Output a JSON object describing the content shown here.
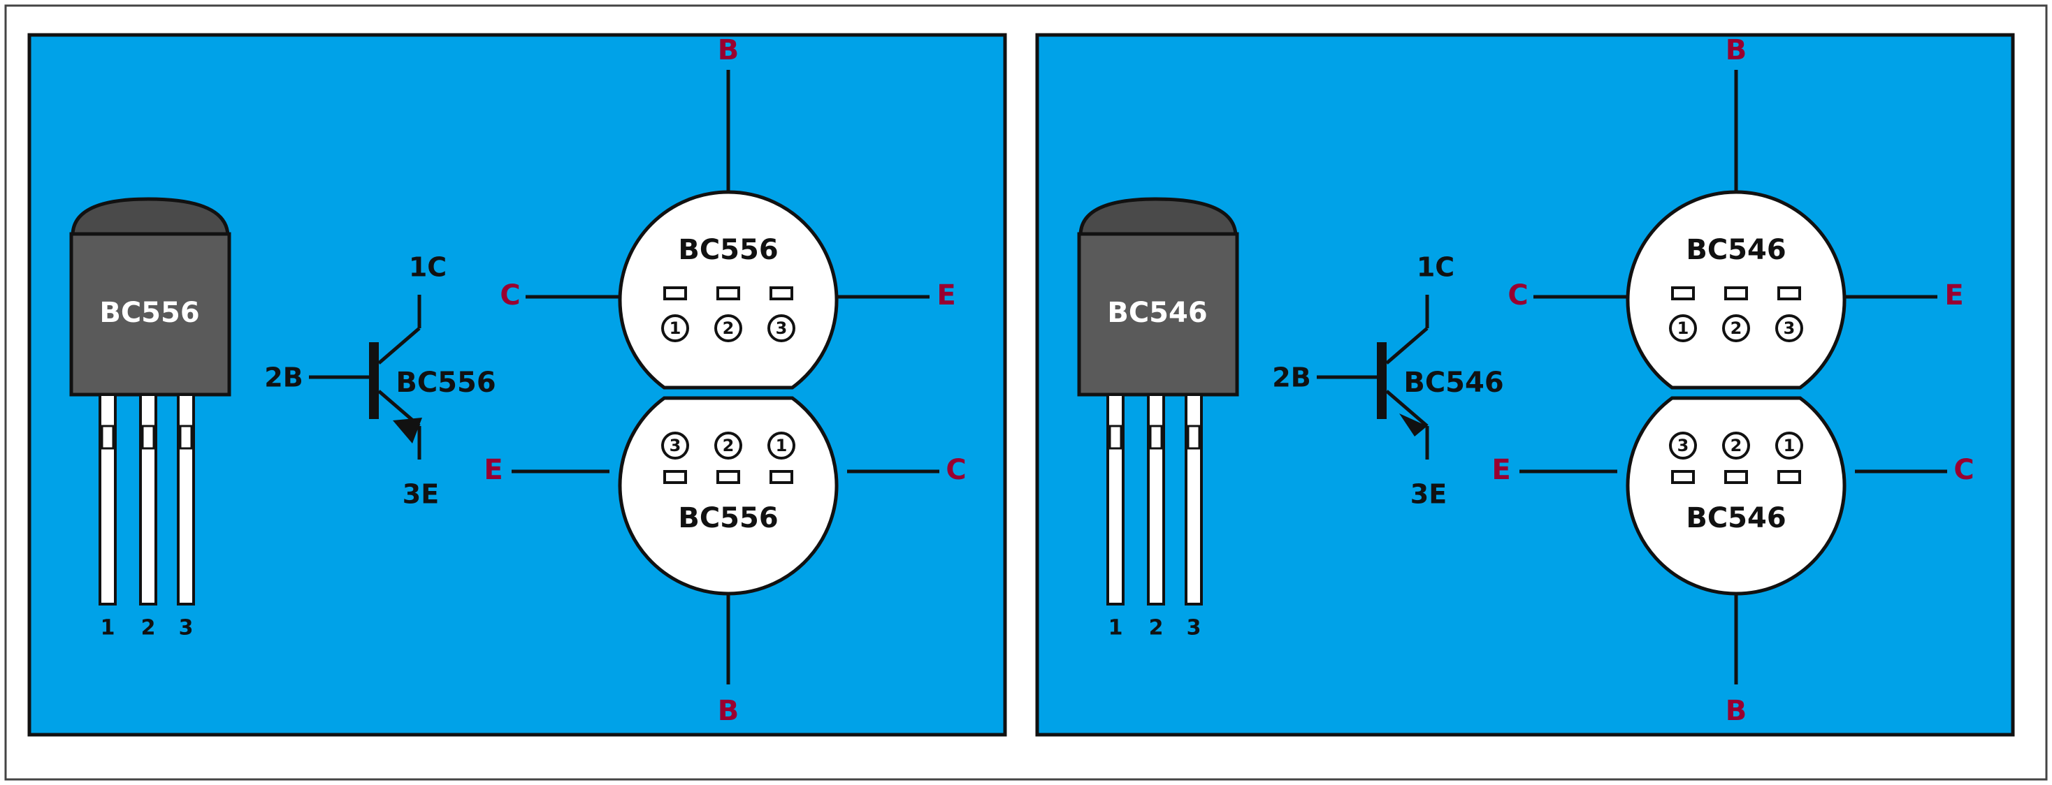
{
  "colors": {
    "background": "#ffffff",
    "panel_fill": "#00a2e8",
    "panel_border": "#111111",
    "package_body": "#5a5a5a",
    "package_top": "#4a4a4a",
    "outline": "#111111",
    "pin_label_red": "#990030",
    "white": "#ffffff"
  },
  "panels": [
    {
      "part": "BC556",
      "transistor_type": "PNP",
      "package_label": "BC556",
      "leg_numbers": [
        "1",
        "2",
        "3"
      ],
      "symbol": {
        "collector": "1C",
        "base": "2B",
        "emitter": "3E",
        "name": "BC556"
      },
      "top_view": {
        "name": "BC556",
        "left": "C",
        "right": "E",
        "top": "B",
        "pads": [
          "1",
          "2",
          "3"
        ]
      },
      "bottom_view": {
        "name": "BC556",
        "left": "E",
        "right": "C",
        "bottom": "B",
        "pads": [
          "3",
          "2",
          "1"
        ]
      }
    },
    {
      "part": "BC546",
      "transistor_type": "NPN",
      "package_label": "BC546",
      "leg_numbers": [
        "1",
        "2",
        "3"
      ],
      "symbol": {
        "collector": "1C",
        "base": "2B",
        "emitter": "3E",
        "name": "BC546"
      },
      "top_view": {
        "name": "BC546",
        "left": "C",
        "right": "E",
        "top": "B",
        "pads": [
          "1",
          "2",
          "3"
        ]
      },
      "bottom_view": {
        "name": "BC546",
        "left": "E",
        "right": "C",
        "bottom": "B",
        "pads": [
          "3",
          "2",
          "1"
        ]
      }
    }
  ]
}
